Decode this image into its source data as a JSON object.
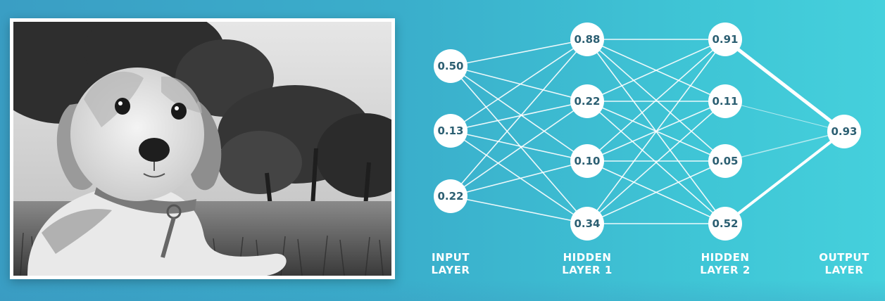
{
  "photo": {
    "subject": "black-and-white photo of a beagle puppy lying on grass in a park"
  },
  "network": {
    "layers": [
      {
        "id": "input",
        "label_line1": "INPUT",
        "label_line2": "LAYER",
        "values": [
          "0.50",
          "0.13",
          "0.22"
        ]
      },
      {
        "id": "hidden1",
        "label_line1": "HIDDEN",
        "label_line2": "LAYER 1",
        "values": [
          "0.88",
          "0.22",
          "0.10",
          "0.34"
        ]
      },
      {
        "id": "hidden2",
        "label_line1": "HIDDEN",
        "label_line2": "LAYER 2",
        "values": [
          "0.91",
          "0.11",
          "0.05",
          "0.52"
        ]
      },
      {
        "id": "output",
        "label_line1": "OUTPUT",
        "label_line2": "LAYER",
        "values": [
          "0.93"
        ]
      }
    ],
    "colors": {
      "node_fill": "#ffffff",
      "node_text": "#2c5f72",
      "edge": "#ffffff",
      "label": "#ffffff"
    }
  }
}
